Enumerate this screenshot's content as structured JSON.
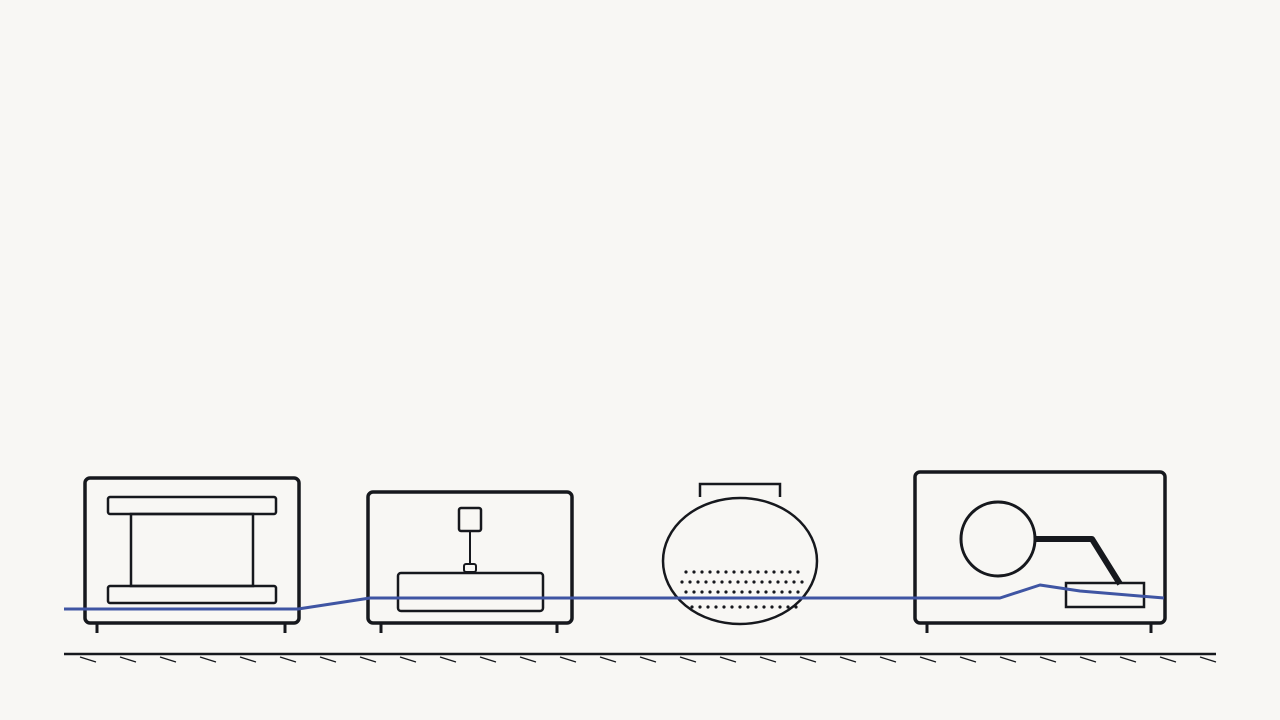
{
  "colors": {
    "background": "#f8f7f4",
    "outline": "#16181d",
    "strip": "#3f55a3"
  },
  "machines": [
    {
      "name": "press",
      "icon": "press-machine-icon"
    },
    {
      "name": "drill",
      "icon": "drill-machine-icon"
    },
    {
      "name": "perforated-drum",
      "icon": "perforated-drum-icon"
    },
    {
      "name": "arm-unit",
      "icon": "robot-arm-machine-icon"
    }
  ]
}
